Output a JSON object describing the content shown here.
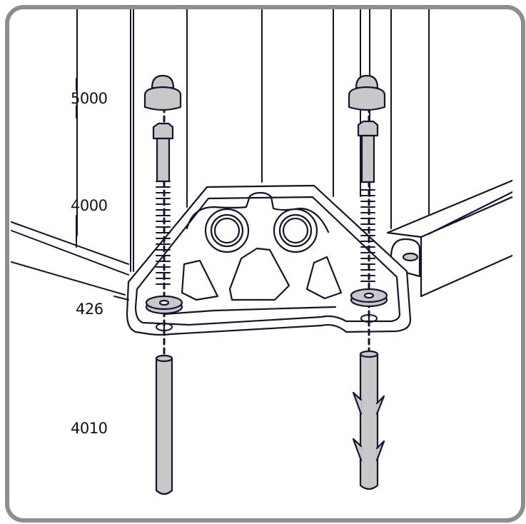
{
  "diagram": {
    "type": "assembly-instruction",
    "subject": "Corner bracket anchoring with lag screws, washers, caps and wall plugs",
    "labels": [
      {
        "id": "cap",
        "text": "5000"
      },
      {
        "id": "screw",
        "text": "4000"
      },
      {
        "id": "washer",
        "text": "426"
      },
      {
        "id": "plug",
        "text": "4010"
      }
    ],
    "colors": {
      "frame": "#8e8e8e",
      "line": "#141432",
      "part_fill": "#c8c8c8",
      "background": "#ffffff"
    }
  }
}
